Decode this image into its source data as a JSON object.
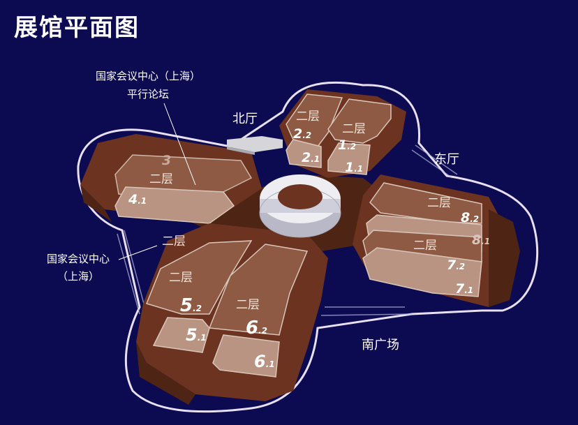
{
  "title": "展馆平面图",
  "areas": {
    "north_hall": "北厅",
    "east_hall": "东厅",
    "south_plaza": "南广场"
  },
  "callouts": {
    "forum_line1": "国家会议中心（上海）",
    "forum_line2": "平行论坛",
    "center_line1": "国家会议中心",
    "center_line2": "（上海）"
  },
  "floor_label": "二层",
  "halls": [
    {
      "main": "2",
      "sub": ".2"
    },
    {
      "main": "1",
      "sub": ".2"
    },
    {
      "main": "2",
      "sub": ".1"
    },
    {
      "main": "1",
      "sub": ".1"
    },
    {
      "main": "3",
      "sub": ""
    },
    {
      "main": "4",
      "sub": ".1"
    },
    {
      "main": "8",
      "sub": ".2"
    },
    {
      "main": "8",
      "sub": ".1"
    },
    {
      "main": "7",
      "sub": ".2"
    },
    {
      "main": "7",
      "sub": ".1"
    },
    {
      "main": "5",
      "sub": ".2"
    },
    {
      "main": "5",
      "sub": ".1"
    },
    {
      "main": "6",
      "sub": ".2"
    },
    {
      "main": "6",
      "sub": ".1"
    }
  ],
  "colors": {
    "background": "#0c0b52",
    "building": "#6b3320",
    "building_dark": "#4e2414",
    "upper_floor": "#8e5a44",
    "ground_floor": "#b99482",
    "outline": "#e8e0f0",
    "ring": "#e9e9ee"
  }
}
